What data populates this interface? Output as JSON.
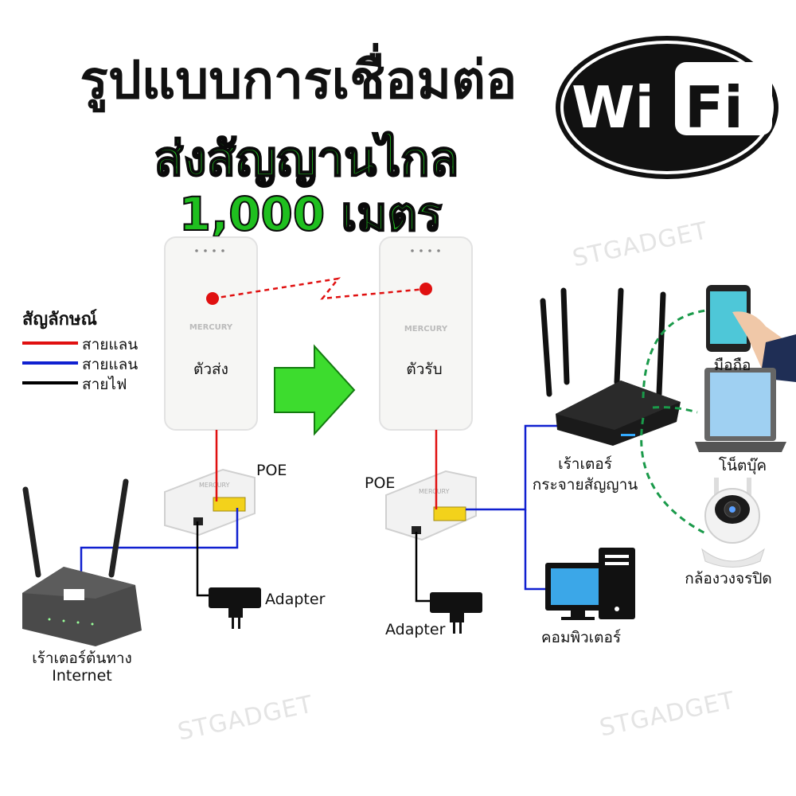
{
  "header": {
    "title": "รูปแบบการเชื่อมต่อ",
    "subtitle": "ส่งสัญญานไกล",
    "distance": "1,000 เมตร"
  },
  "logo": {
    "left": "Wi",
    "right": "Fi"
  },
  "legend": {
    "title": "สัญลักษณ์",
    "items": [
      {
        "label": "สายแลน",
        "color": "#e01010"
      },
      {
        "label": "สายแลน",
        "color": "#1020d0"
      },
      {
        "label": "สายไฟ",
        "color": "#000000"
      }
    ]
  },
  "devices": {
    "transmitter": {
      "brand": "MERCURY",
      "label": "ตัวส่ง"
    },
    "receiver": {
      "brand": "MERCURY",
      "label": "ตัวรับ"
    },
    "poe_left": {
      "label": "POE",
      "brand": "MERCURY"
    },
    "poe_right": {
      "label": "POE",
      "brand": "MERCURY"
    },
    "adapter_left": "Adapter",
    "adapter_right": "Adapter",
    "source_router": {
      "label1": "เร้าเตอร์ต้นทาง",
      "label2": "Internet"
    },
    "wifi_router": {
      "label1": "เร้าเตอร์",
      "label2": "กระจายสัญญาน"
    },
    "computer": "คอมพิวเตอร์",
    "phone": "มือถือ",
    "notebook": "โน็ตบุ๊ค",
    "camera": "กล้องวงจรปิด"
  },
  "watermark": "STGADGET",
  "colors": {
    "green": "#1fbf1f",
    "lan_red": "#e01010",
    "lan_blue": "#1020d0",
    "power": "#000000",
    "wifi_dash": "#1a9a4a"
  }
}
